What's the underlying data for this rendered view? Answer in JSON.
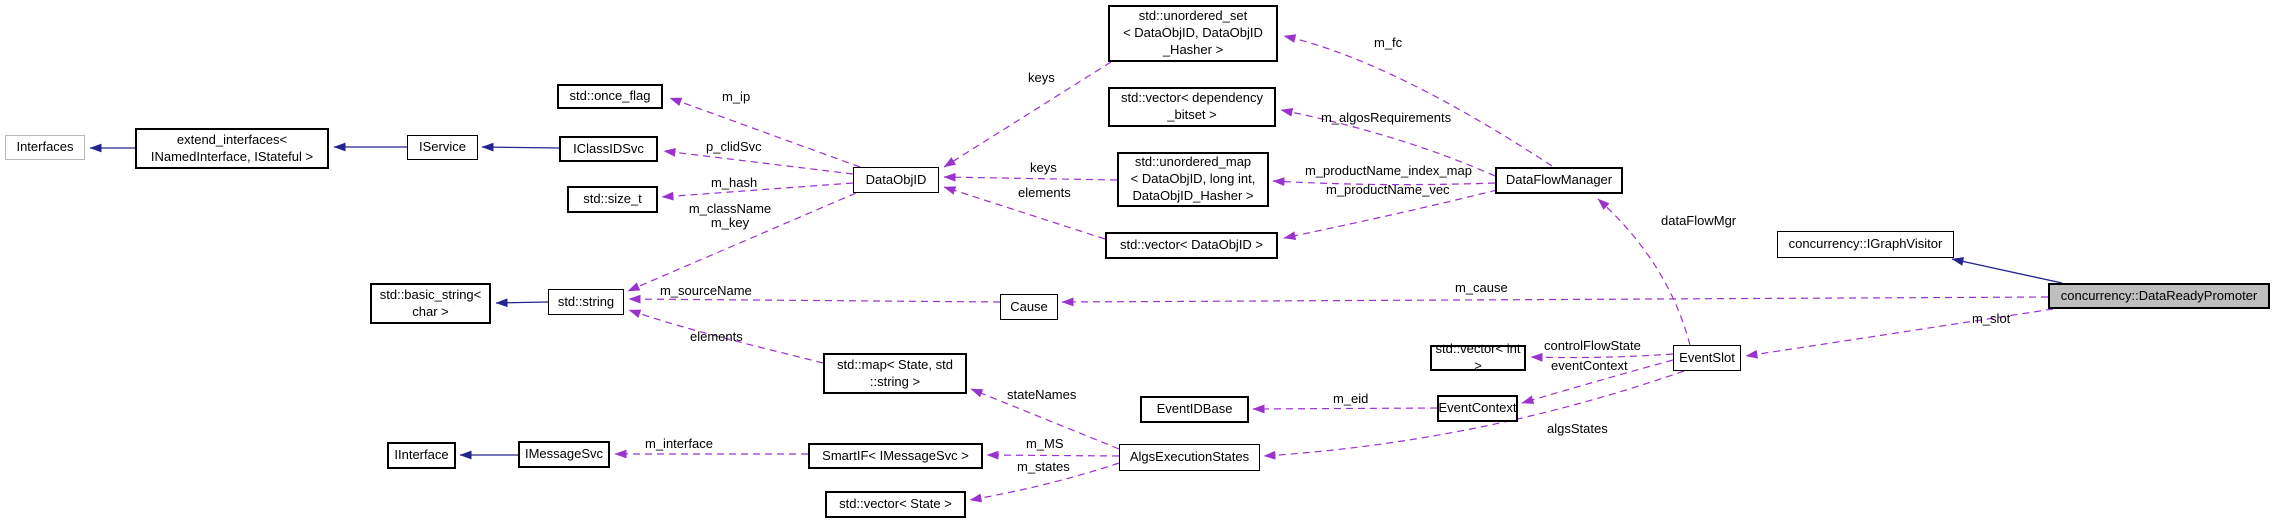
{
  "colors": {
    "inheritance_arrow": "#24248f",
    "usage_arrow": "#9a32cd",
    "focus_node_fill": "#bfbfbf",
    "node_border": "#000000",
    "truncated_node_border": "#b9b9b9"
  },
  "nodes": {
    "interfaces": {
      "label": "Interfaces"
    },
    "extend_interfaces": {
      "label": "extend_interfaces<\nINamedInterface, IStateful >"
    },
    "iservice": {
      "label": "IService"
    },
    "once_flag": {
      "label": "std::once_flag"
    },
    "iclassidsvc": {
      "label": "IClassIDSvc"
    },
    "size_t": {
      "label": "std::size_t"
    },
    "dataobjid": {
      "label": "DataObjID"
    },
    "unordered_set": {
      "label": "std::unordered_set\n< DataObjID, DataObjID\n_Hasher >"
    },
    "vector_dependency_bitset": {
      "label": "std::vector< dependency\n_bitset >"
    },
    "unordered_map": {
      "label": "std::unordered_map\n< DataObjID, long int,\nDataObjID_Hasher >"
    },
    "vector_dataobjid": {
      "label": "std::vector< DataObjID >"
    },
    "dataflowmanager": {
      "label": "DataFlowManager"
    },
    "igraphvisitor": {
      "label": "concurrency::IGraphVisitor"
    },
    "datareadypromoter": {
      "label": "concurrency::DataReadyPromoter"
    },
    "basic_string": {
      "label": "std::basic_string<\nchar >"
    },
    "std_string": {
      "label": "std::string"
    },
    "cause": {
      "label": "Cause"
    },
    "map_state_string": {
      "label": "std::map< State, std\n::string >"
    },
    "eventidbase": {
      "label": "EventIDBase"
    },
    "algsexecutionstates": {
      "label": "AlgsExecutionStates"
    },
    "smartif": {
      "label": "SmartIF< IMessageSvc >"
    },
    "vector_state": {
      "label": "std::vector< State >"
    },
    "iinterface": {
      "label": "IInterface"
    },
    "imessagesvc": {
      "label": "IMessageSvc"
    },
    "vector_int": {
      "label": "std::vector< int >"
    },
    "eventcontext": {
      "label": "EventContext"
    },
    "eventslot": {
      "label": "EventSlot"
    }
  },
  "edge_labels": {
    "m_ip": "m_ip",
    "p_clidsvc": "p_clidSvc",
    "m_hash": "m_hash",
    "m_classname_m_key": "m_className\nm_key",
    "keys_set": "keys",
    "keys_map": "keys",
    "elements_vector": "elements",
    "elements_map": "elements",
    "m_fc": "m_fc",
    "m_algosrequirements": "m_algosRequirements",
    "m_productname_index_map": "m_productName_index_map",
    "m_productname_vec": "m_productName_vec",
    "dataflowmgr": "dataFlowMgr",
    "m_cause": "m_cause",
    "m_slot": "m_slot",
    "controlflowstate": "controlFlowState",
    "eventcontext": "eventContext",
    "algsstates": "algsStates",
    "m_eid": "m_eid",
    "statenames": "stateNames",
    "m_ms": "m_MS",
    "m_states": "m_states",
    "m_interface": "m_interface",
    "m_sourcename": "m_sourceName"
  }
}
